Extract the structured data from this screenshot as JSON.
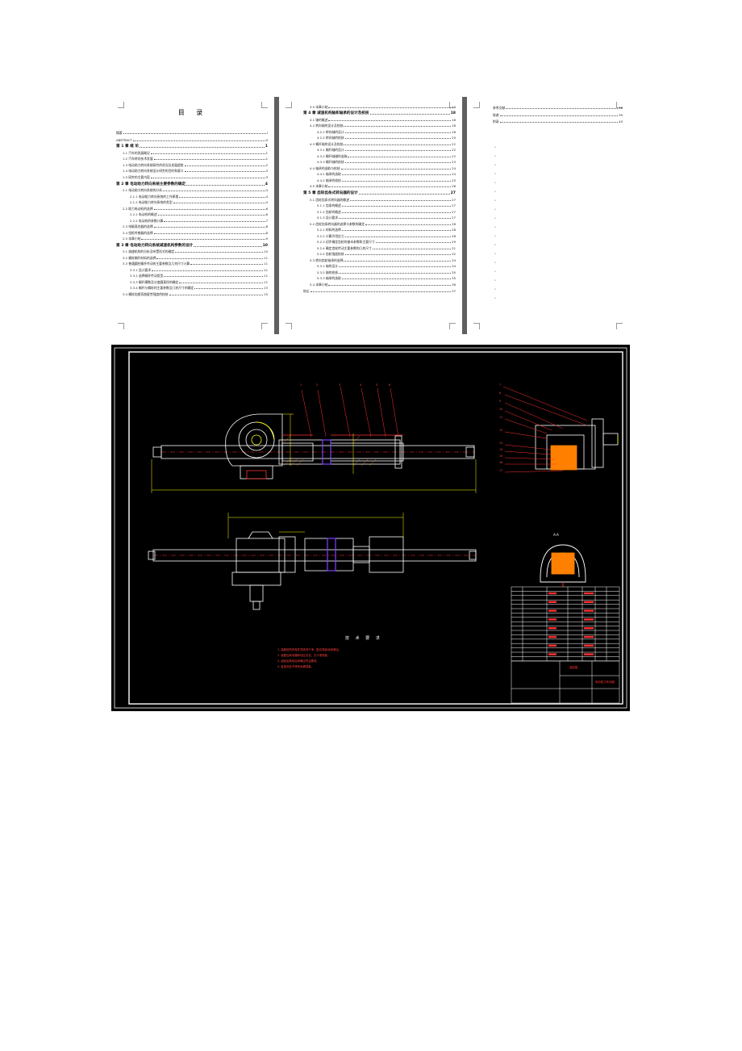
{
  "toc": {
    "title": "目  录",
    "page1": [
      {
        "t": "摘要",
        "n": "I",
        "cls": "h0"
      },
      {
        "t": "ABSTRACT",
        "n": "II",
        "cls": "h0"
      },
      {
        "t": "第 1 章  绪      论",
        "n": "1",
        "cls": "h"
      },
      {
        "t": "1.1 汽车的发展概况",
        "n": "1",
        "cls": "lvl1"
      },
      {
        "t": "1.2 汽车转向技术发展",
        "n": "1",
        "cls": "lvl1"
      },
      {
        "t": "1.3 电动助力转向系统研究的状况及发展趋势",
        "n": "2",
        "cls": "lvl1"
      },
      {
        "t": "1.4 电动助力转向系统设计研究的目的和意义",
        "n": "3",
        "cls": "lvl1"
      },
      {
        "t": "1.5 研究的主要内容",
        "n": "3",
        "cls": "lvl1"
      },
      {
        "t": "第 2 章  电动助力转向系统主要参数的确定",
        "n": "4",
        "cls": "h"
      },
      {
        "t": "2.1 电动助力转向系统的分析",
        "n": "4",
        "cls": "lvl1"
      },
      {
        "t": "2.1.1 电动助力转向系统的工作原理",
        "n": "4",
        "cls": "lvl2"
      },
      {
        "t": "2.1.2 电动助力转向系统的类型",
        "n": "4",
        "cls": "lvl2"
      },
      {
        "t": "2.2 助力电动机的选择",
        "n": "6",
        "cls": "lvl1"
      },
      {
        "t": "2.2.1 电动机的概述",
        "n": "6",
        "cls": "lvl2"
      },
      {
        "t": "2.2.2 电动机的参数计算",
        "n": "7",
        "cls": "lvl2"
      },
      {
        "t": "2.3 电磁离合器的选择",
        "n": "8",
        "cls": "lvl1"
      },
      {
        "t": "2.4 扭矩传感器的选择",
        "n": "8",
        "cls": "lvl1"
      },
      {
        "t": "2.5 本章小结",
        "n": "9",
        "cls": "lvl1"
      },
      {
        "t": "第 3 章  电动助力转向系统减速机构参数的设计",
        "n": "10",
        "cls": "h"
      },
      {
        "t": "3.1 减速机构的分析及布置形式的确定",
        "n": "10",
        "cls": "lvl1"
      },
      {
        "t": "3.2 蜗轮蜗杆材料的选择",
        "n": "11",
        "cls": "lvl1"
      },
      {
        "t": "3.3 普通圆柱蜗杆传动的主要参数及几何尺寸计算",
        "n": "11",
        "cls": "lvl1"
      },
      {
        "t": "3.3.1 设计要求",
        "n": "11",
        "cls": "lvl2"
      },
      {
        "t": "3.3.2 选择蜗杆传动类型",
        "n": "11",
        "cls": "lvl2"
      },
      {
        "t": "3.3.3 蜗杆模数及分度圆直径的确定",
        "n": "11",
        "cls": "lvl2"
      },
      {
        "t": "3.3.4 蜗杆与蜗轮的主要参数及几何尺寸的确定",
        "n": "13",
        "cls": "lvl2"
      },
      {
        "t": "3.4 蜗轮齿根弯曲疲劳强度的校核",
        "n": "15",
        "cls": "lvl1"
      }
    ],
    "page2": [
      {
        "t": "3.5 本章小结",
        "n": "17",
        "cls": "lvl0"
      },
      {
        "t": "第 4 章  减速机构轴和轴承的设计及校核",
        "n": "18",
        "cls": "h"
      },
      {
        "t": "4.1 轴的概述",
        "n": "18",
        "cls": "lvl0"
      },
      {
        "t": "4.2 转向轴的设计及校核",
        "n": "18",
        "cls": "lvl0"
      },
      {
        "t": "4.2.1 转向轴的设计",
        "n": "18",
        "cls": "lvl1"
      },
      {
        "t": "4.2.2 转向轴的校核",
        "n": "20",
        "cls": "lvl1"
      },
      {
        "t": "4.3 蜗杆轴的设计及校核",
        "n": "22",
        "cls": "lvl0"
      },
      {
        "t": "4.3.1 蜗杆轴的设计",
        "n": "22",
        "cls": "lvl1"
      },
      {
        "t": "4.3.2 蜗杆轴键的选取",
        "n": "22",
        "cls": "lvl1"
      },
      {
        "t": "4.3.3 蜗杆轴的校核",
        "n": "23",
        "cls": "lvl1"
      },
      {
        "t": "4.4 轴承的选取与校核",
        "n": "24",
        "cls": "lvl0"
      },
      {
        "t": "4.4.1 轴承的选取",
        "n": "24",
        "cls": "lvl1"
      },
      {
        "t": "4.4.2 轴承的校核",
        "n": "25",
        "cls": "lvl1"
      },
      {
        "t": "4.5 本章小结",
        "n": "26",
        "cls": "lvl0"
      },
      {
        "t": "第 5 章  齿轮齿条式转向器的设计",
        "n": "27",
        "cls": "h"
      },
      {
        "t": "5.1 齿轮齿条式转向器的概述",
        "n": "27",
        "cls": "lvl0"
      },
      {
        "t": "5.1.1 齿条的概述",
        "n": "27",
        "cls": "lvl1"
      },
      {
        "t": "5.1.2 齿轮的概述",
        "n": "27",
        "cls": "lvl1"
      },
      {
        "t": "5.1.3 设计要求",
        "n": "27",
        "cls": "lvl1"
      },
      {
        "t": "5.2 齿轮齿条转向器的选择与参数的确定",
        "n": "28",
        "cls": "lvl0"
      },
      {
        "t": "5.2.1 材料的选择",
        "n": "28",
        "cls": "lvl1"
      },
      {
        "t": "5.2.2 计算许用应力",
        "n": "28",
        "cls": "lvl1"
      },
      {
        "t": "5.2.3 初步确定齿轮的基本参数和主要尺寸",
        "n": "29",
        "cls": "lvl1"
      },
      {
        "t": "5.2.4 确定齿轮传动主要参数和几何尺寸",
        "n": "31",
        "cls": "lvl1"
      },
      {
        "t": "5.2.5 齿轮强度校核",
        "n": "32",
        "cls": "lvl1"
      },
      {
        "t": "5.3 转向齿轮轴承的选择",
        "n": "34",
        "cls": "lvl0"
      },
      {
        "t": "5.3.1 轴的设计",
        "n": "34",
        "cls": "lvl1"
      },
      {
        "t": "5.3.2 轴的校核",
        "n": "35",
        "cls": "lvl1"
      },
      {
        "t": "5.3.3 轴承的选取",
        "n": "35",
        "cls": "lvl1"
      },
      {
        "t": "5.4 本章小结",
        "n": "36",
        "cls": "lvl0"
      },
      {
        "t": "结论",
        "n": "37",
        "cls": "h0"
      }
    ],
    "page3": [
      {
        "t": "参考文献",
        "n": "38",
        "cls": "h0"
      },
      {
        "t": "致谢",
        "n": "39",
        "cls": "h0"
      },
      {
        "t": "附录",
        "n": "40",
        "cls": "h0"
      }
    ]
  },
  "drawing": {
    "part_numbers_top": [
      "1",
      "2",
      "3",
      "4",
      "5",
      "6"
    ],
    "part_numbers_side": [
      "7",
      "8",
      "9",
      "10",
      "11",
      "12",
      "13",
      "14",
      "15",
      "16",
      "17"
    ],
    "section_label": "A-A",
    "notes_title": "技 术 要 求",
    "notes": [
      "1. 装配前所有零件须清洗干净，配合表面涂润滑油。",
      "2. 装配后转向器转动应灵活，无卡滞现象。",
      "3. 齿轮齿条啮合间隙应符合要求。",
      "4. 各密封处不得有渗漏现象。"
    ],
    "title_block": {
      "drawing_name": "电动助力转向器",
      "school": "装配图"
    },
    "colors": {
      "background": "#000000",
      "outline": "#ffffff",
      "dimension": "#ffff00",
      "annotation": "#ff2020",
      "hatch": "#ff8000",
      "accent": "#8040ff"
    }
  }
}
